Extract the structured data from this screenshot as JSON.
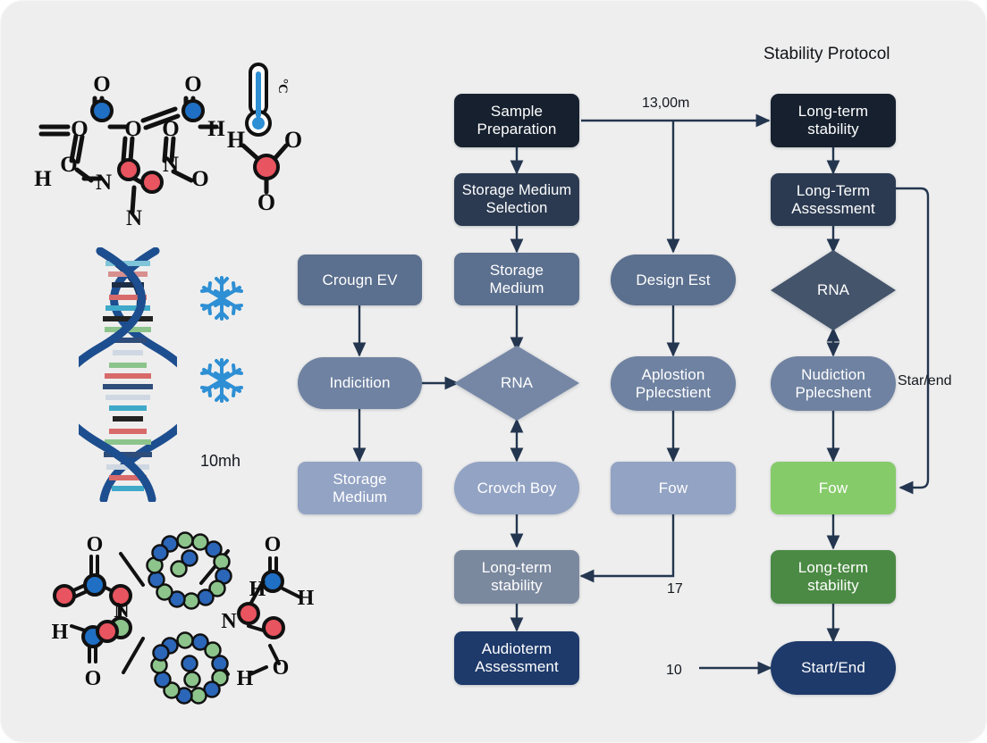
{
  "title": "Stability Protocol",
  "flow": {
    "nodes": [
      {
        "id": "sample_prep",
        "label": "Sample\nPreparation"
      },
      {
        "id": "storage_sel",
        "label": "Storage Medium\nSelection"
      },
      {
        "id": "storage_medium_c2",
        "label": "Storage\nMedium"
      },
      {
        "id": "rna_center",
        "label": "RNA"
      },
      {
        "id": "crovch_boy",
        "label": "Crovch Boy"
      },
      {
        "id": "long_term_c2",
        "label": "Long-term\nstability"
      },
      {
        "id": "audioterm",
        "label": "Audioterm\nAssessment"
      },
      {
        "id": "crougn_ev",
        "label": "Crougn EV"
      },
      {
        "id": "indicition",
        "label": "Indicition"
      },
      {
        "id": "storage_medium_c1",
        "label": "Storage\nMedium"
      },
      {
        "id": "design_est",
        "label": "Design Est"
      },
      {
        "id": "aplostion",
        "label": "Aplostion\nPplecstient"
      },
      {
        "id": "fow_c3",
        "label": "Fow"
      },
      {
        "id": "long_term_top",
        "label": "Long-term\nstability"
      },
      {
        "id": "long_term_assess",
        "label": "Long-Term\nAssessment"
      },
      {
        "id": "rna_right",
        "label": "RNA"
      },
      {
        "id": "nudiction",
        "label": "Nudiction\nPplecshent"
      },
      {
        "id": "fow_green",
        "label": "Fow"
      },
      {
        "id": "long_term_green",
        "label": "Long-term\nstability"
      },
      {
        "id": "start_end",
        "label": "Start/End"
      }
    ],
    "edge_labels": [
      {
        "id": "edge-13-00m",
        "text": "13,00m"
      },
      {
        "id": "edge-star-end",
        "text": "Star/end"
      },
      {
        "id": "edge-17",
        "text": "17"
      },
      {
        "id": "edge-10",
        "text": "10"
      }
    ]
  },
  "sidebar": {
    "duration_label": "10mh",
    "thermometer_unit": "°C",
    "molecule_top_atoms": [
      "O",
      "O",
      "O",
      "H",
      "O",
      "O",
      "H",
      "N",
      "N",
      "O",
      "N"
    ],
    "water_atoms": [
      "H",
      "O",
      "O",
      "H"
    ],
    "molecule_bottom_atoms": [
      "O",
      "N",
      "H",
      "O",
      "N",
      "O",
      "H",
      "H",
      "O",
      "H"
    ]
  },
  "colors": {
    "background": "#eeeeee",
    "node_darkest": "#16202e",
    "node_dark": "#2b3a51",
    "node_mid": "#5a6e8c",
    "node_mid2": "#6379 96",
    "node_light": "#93a3c4",
    "node_slate": "#6c7f9e",
    "green_light": "#86cb6a",
    "green_dark": "#4b8a44",
    "navy": "#1e3a6b",
    "arrow": "#24364f",
    "atom_blue": "#1f6fc4",
    "atom_red": "#e8545f",
    "dna_blue": "#1d4e8f",
    "snowflake": "#2e8fd4"
  }
}
